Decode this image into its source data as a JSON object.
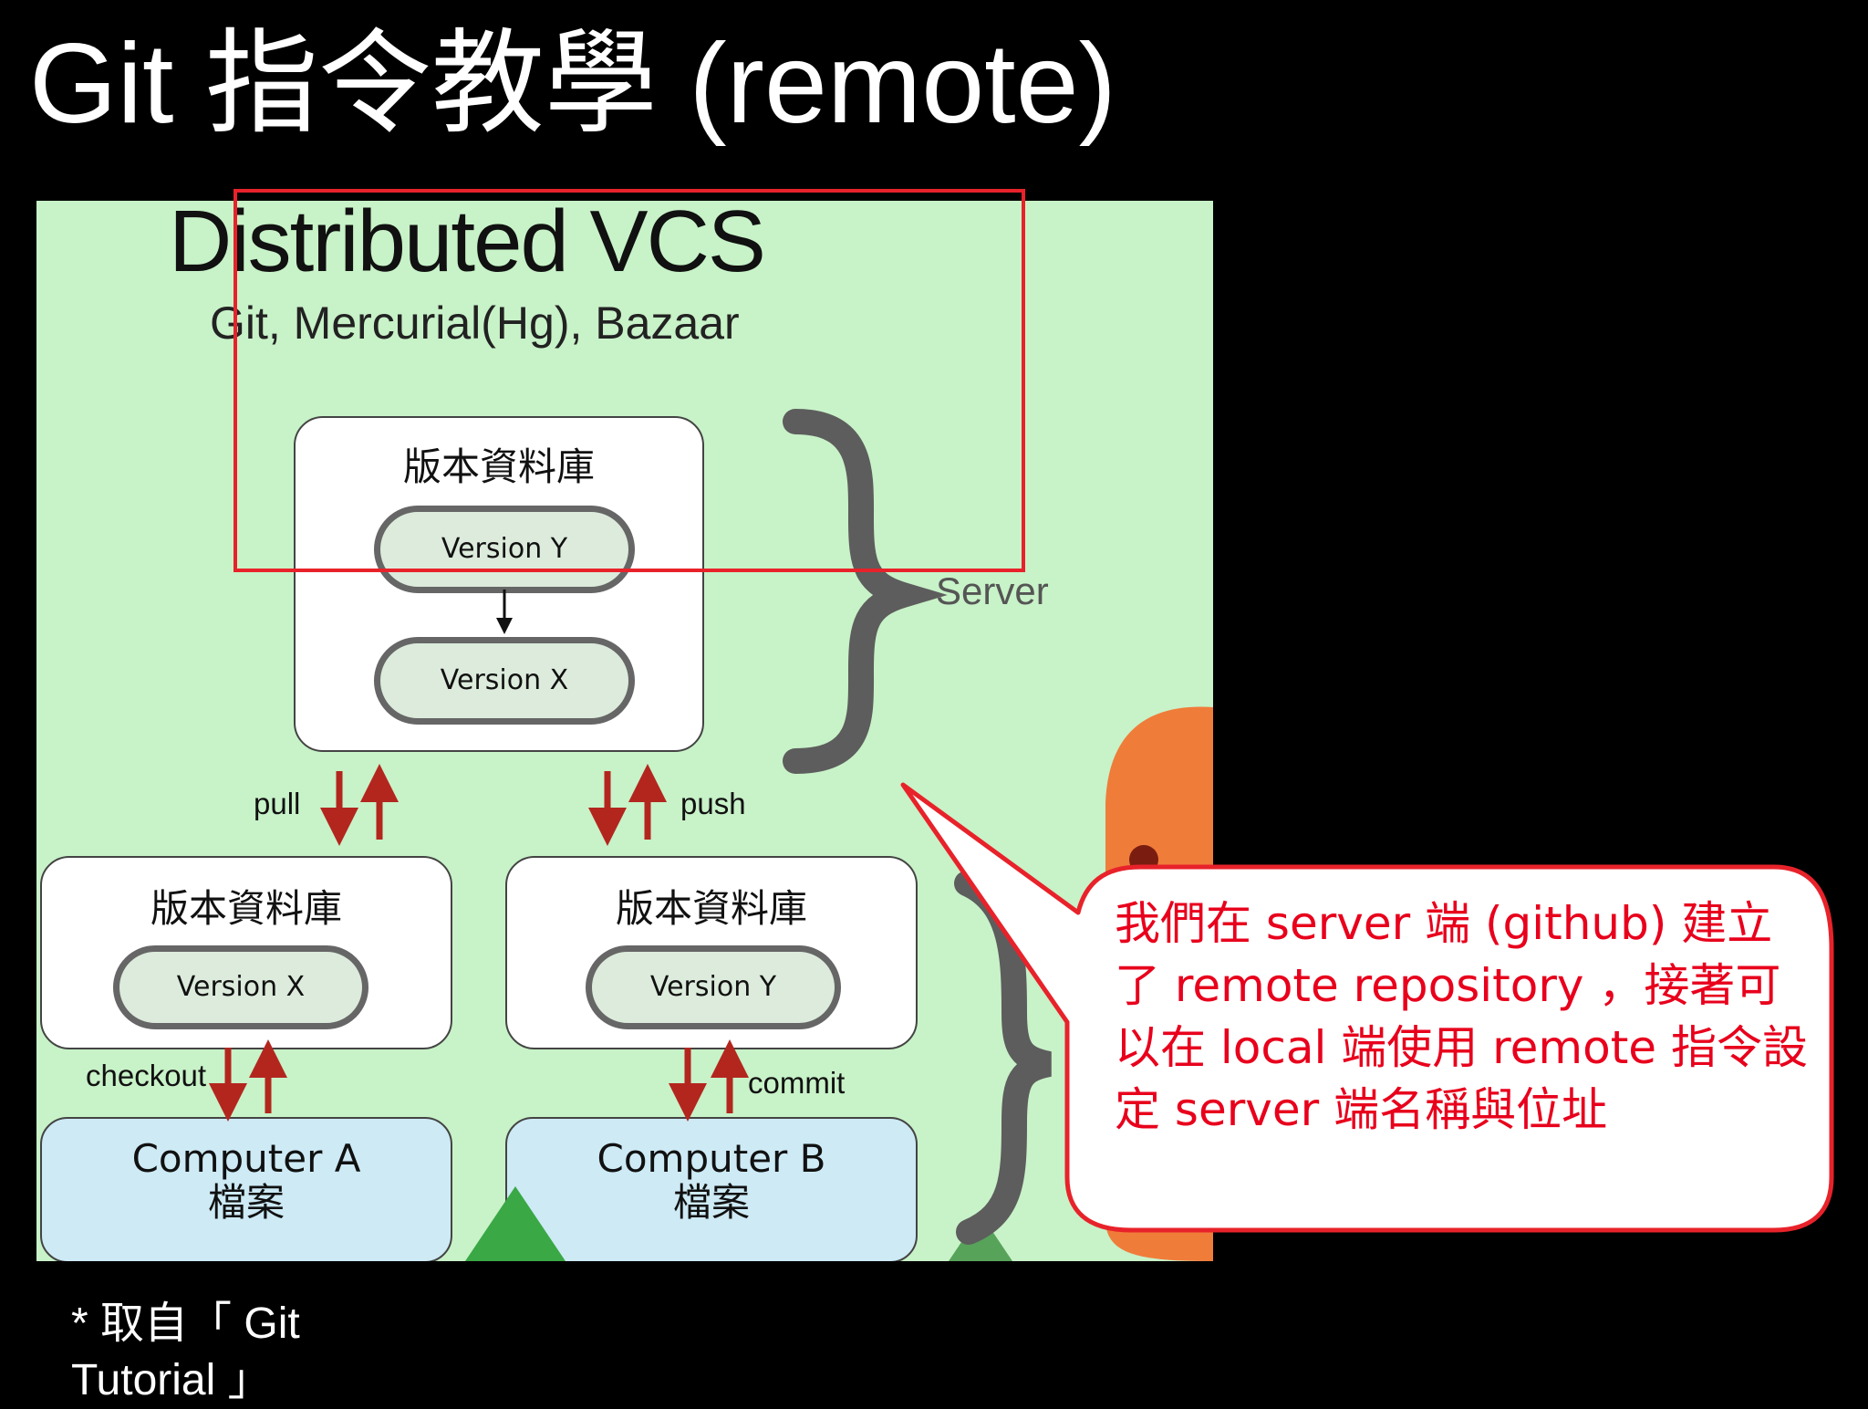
{
  "slide": {
    "title": "Git 指令教學 (remote)",
    "source_note": "* 取自「 Git Tutorial 」"
  },
  "figure": {
    "title": "Distributed VCS",
    "subtitle": "Git, Mercurial(Hg), Bazaar",
    "server_label": "Server",
    "server_repo": {
      "title": "版本資料庫",
      "versions": [
        "Version Y",
        "Version X"
      ]
    },
    "repo_a": {
      "title": "版本資料庫",
      "version": "Version X"
    },
    "repo_b": {
      "title": "版本資料庫",
      "version": "Version Y"
    },
    "computer_a": {
      "name": "Computer A",
      "files": "檔案"
    },
    "computer_b": {
      "name": "Computer B",
      "files": "檔案"
    },
    "edges": {
      "pull": "pull",
      "push": "push",
      "checkout": "checkout",
      "commit": "commit"
    }
  },
  "callout": {
    "text": "我們在 server 端 (github) 建立了 remote repository ，接著可以在 local 端使用 remote 指令設定 server 端名稱與位址"
  },
  "colors": {
    "background": "#000000",
    "figure_bg": "#c8f2c8",
    "highlight_red": "#e8222a",
    "arrow_red": "#b3261e",
    "computer_fill": "#cdeaf5",
    "callout_text": "#e8001c"
  }
}
